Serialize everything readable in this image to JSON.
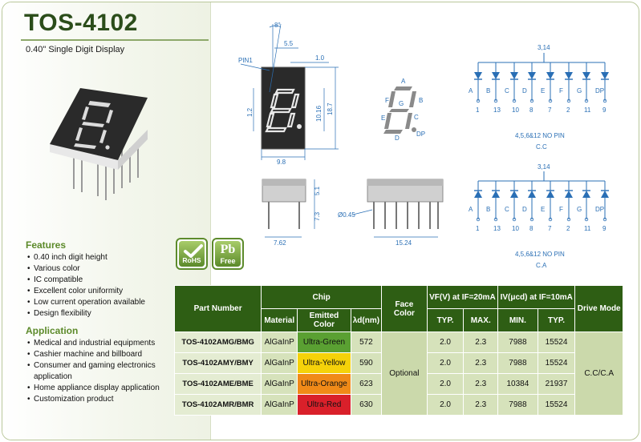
{
  "header": {
    "title": "TOS-4102",
    "subtitle": "0.40\" Single Digit Display"
  },
  "features": {
    "title": "Features",
    "items": [
      "0.40 inch digit height",
      "Various color",
      "IC compatible",
      "Excellent color uniformity",
      "Low current operation available",
      "Design flexibility"
    ]
  },
  "application": {
    "title": "Application",
    "items": [
      "Medical and industrial equipments",
      "Cashier machine and billboard",
      "Consumer and gaming electronics application",
      "Home appliance display application",
      "Customization product"
    ]
  },
  "badges": {
    "rohs": "RoHS",
    "pb_top": "Pb",
    "pb_bottom": "Free"
  },
  "drawing": {
    "angle": "8°",
    "d55": "5.5",
    "d10": "1.0",
    "pin1": "PIN1",
    "d12": "1.2",
    "d1016": "10.16",
    "d187": "18.7",
    "d98": "9.8",
    "d51": "5.1",
    "d73": "7.3",
    "d045": "Ø0.45",
    "d762": "7.62",
    "d1524": "15.24"
  },
  "segments": {
    "a": "A",
    "b": "B",
    "c": "C",
    "d": "D",
    "e": "E",
    "f": "F",
    "g": "G",
    "dp": "DP"
  },
  "circuit_cc": {
    "top_pin": "3,14",
    "segments": [
      "A",
      "B",
      "C",
      "D",
      "E",
      "F",
      "G",
      "DP"
    ],
    "pins": [
      "1",
      "13",
      "10",
      "8",
      "7",
      "2",
      "11",
      "9"
    ],
    "no_pin": "4,5,6&12 NO PIN",
    "label": "C.C"
  },
  "circuit_ca": {
    "top_pin": "3,14",
    "segments": [
      "A",
      "B",
      "C",
      "D",
      "E",
      "F",
      "G",
      "DP"
    ],
    "pins": [
      "1",
      "13",
      "10",
      "8",
      "7",
      "2",
      "11",
      "9"
    ],
    "no_pin": "4,5,6&12 NO PIN",
    "label": "C.A"
  },
  "table": {
    "headers": {
      "part_number": "Part Number",
      "chip": "Chip",
      "material": "Material",
      "emitted_color": "Emitted Color",
      "lambda": "λd(nm)",
      "face_color": "Face Color",
      "vf": "VF(V) at IF=20mA",
      "iv": "IV(μcd) at IF=10mA",
      "typ": "TYP.",
      "max": "MAX.",
      "min": "MIN.",
      "typ2": "TYP.",
      "drive_mode": "Drive Mode"
    },
    "rows": [
      {
        "part": "TOS-4102AMG/BMG",
        "material": "AlGaInP",
        "color": "Ultra-Green",
        "lambda": "572",
        "vf_typ": "2.0",
        "vf_max": "2.3",
        "iv_min": "7988",
        "iv_typ": "15524"
      },
      {
        "part": "TOS-4102AMY/BMY",
        "material": "AlGaInP",
        "color": "Ultra-Yellow",
        "lambda": "590",
        "vf_typ": "2.0",
        "vf_max": "2.3",
        "iv_min": "7988",
        "iv_typ": "15524"
      },
      {
        "part": "TOS-4102AME/BME",
        "material": "AlGaInP",
        "color": "Ultra-Orange",
        "lambda": "623",
        "vf_typ": "2.0",
        "vf_max": "2.3",
        "iv_min": "10384",
        "iv_typ": "21937"
      },
      {
        "part": "TOS-4102AMR/BMR",
        "material": "AlGaInP",
        "color": "Ultra-Red",
        "lambda": "630",
        "vf_typ": "2.0",
        "vf_max": "2.3",
        "iv_min": "7988",
        "iv_typ": "15524"
      }
    ],
    "face_color": "Optional",
    "drive_mode": "C.C/C.A"
  },
  "colors": {
    "brand_dark": "#2e5e14",
    "accent": "#5c8a2a",
    "dimension": "#2a6fb5",
    "green": "#5aa032",
    "yellow": "#f5d20a",
    "orange": "#f08a18",
    "red": "#d9202a"
  }
}
